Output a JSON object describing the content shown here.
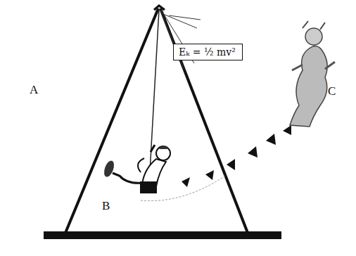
{
  "diagram": {
    "nodes": [
      {
        "text": [
          "Eₖ = ½ mv²"
        ]
      }
    ],
    "labels": [
      "A",
      "B",
      "C"
    ]
  }
}
